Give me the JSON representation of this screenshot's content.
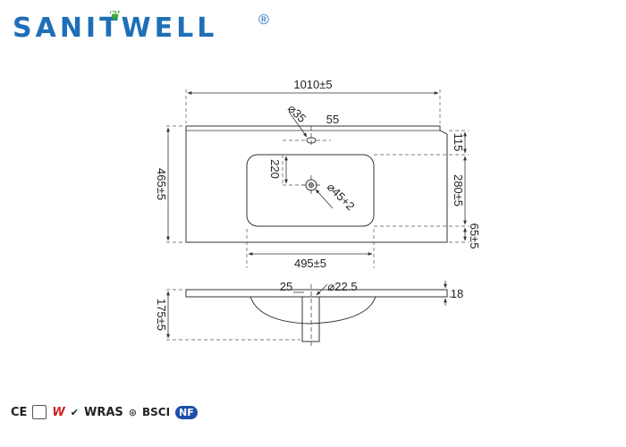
{
  "brand": {
    "name": "SANITWELL",
    "registered": "®",
    "color": "#1f6fb8",
    "leaf_color": "#3aa53a"
  },
  "dimensions": {
    "overall_width": "1010±5",
    "overall_depth": "465±5",
    "tap_hole": "⌀35",
    "tap_hole_offset": "55",
    "back_edge": "115",
    "bowl_depth": "280±5",
    "front_edge": "65±5",
    "drain_offset": "220",
    "drain_hole": "⌀45+2",
    "bowl_width": "495±5",
    "overflow_hole": "⌀22.5",
    "overflow_offset": "25",
    "rim_thickness": "18",
    "total_height": "175±5"
  },
  "certifications": [
    "CE",
    "W",
    "WRAS",
    "BSCI",
    "NF"
  ]
}
